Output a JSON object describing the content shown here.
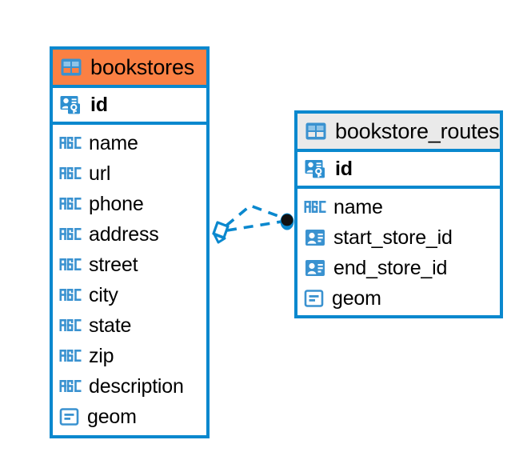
{
  "diagram": {
    "type": "entity-relationship-diagram",
    "background_color": "#ffffff",
    "accent_color": "#0a88ce",
    "highlight_color": "#fb8043",
    "header_gray": "#eaeaea"
  },
  "entities": [
    {
      "name": "bookstores",
      "header_style": "accent-orange",
      "header_icon": "table-icon",
      "fields": [
        {
          "label": "id",
          "icon": "primary-key-icon",
          "type": "pk",
          "bold": true
        },
        {
          "label": "name",
          "icon": "abc-text-icon",
          "type": "text",
          "bold": false
        },
        {
          "label": "url",
          "icon": "abc-text-icon",
          "type": "text",
          "bold": false
        },
        {
          "label": "phone",
          "icon": "abc-text-icon",
          "type": "text",
          "bold": false
        },
        {
          "label": "address",
          "icon": "abc-text-icon",
          "type": "text",
          "bold": false
        },
        {
          "label": "street",
          "icon": "abc-text-icon",
          "type": "text",
          "bold": false
        },
        {
          "label": "city",
          "icon": "abc-text-icon",
          "type": "text",
          "bold": false
        },
        {
          "label": "state",
          "icon": "abc-text-icon",
          "type": "text",
          "bold": false
        },
        {
          "label": "zip",
          "icon": "abc-text-icon",
          "type": "text",
          "bold": false
        },
        {
          "label": "description",
          "icon": "abc-text-icon",
          "type": "text",
          "bold": false
        },
        {
          "label": "geom",
          "icon": "geometry-icon",
          "type": "geom",
          "bold": false
        }
      ]
    },
    {
      "name": "bookstore_routes",
      "header_style": "accent-gray",
      "header_icon": "table-icon",
      "fields": [
        {
          "label": "id",
          "icon": "primary-key-icon",
          "type": "pk",
          "bold": true
        },
        {
          "label": "name",
          "icon": "abc-text-icon",
          "type": "text",
          "bold": false
        },
        {
          "label": "start_store_id",
          "icon": "foreign-key-icon",
          "type": "fk",
          "bold": false
        },
        {
          "label": "end_store_id",
          "icon": "foreign-key-icon",
          "type": "fk",
          "bold": false
        },
        {
          "label": "geom",
          "icon": "geometry-icon",
          "type": "geom",
          "bold": false
        }
      ]
    }
  ],
  "relationship": {
    "style": "dashed",
    "color": "#0a88ce",
    "source_endpoint": "rhombus-endpoint",
    "target_endpoint": "filled-circle-endpoint",
    "target_endpoint_color": "#111111"
  }
}
